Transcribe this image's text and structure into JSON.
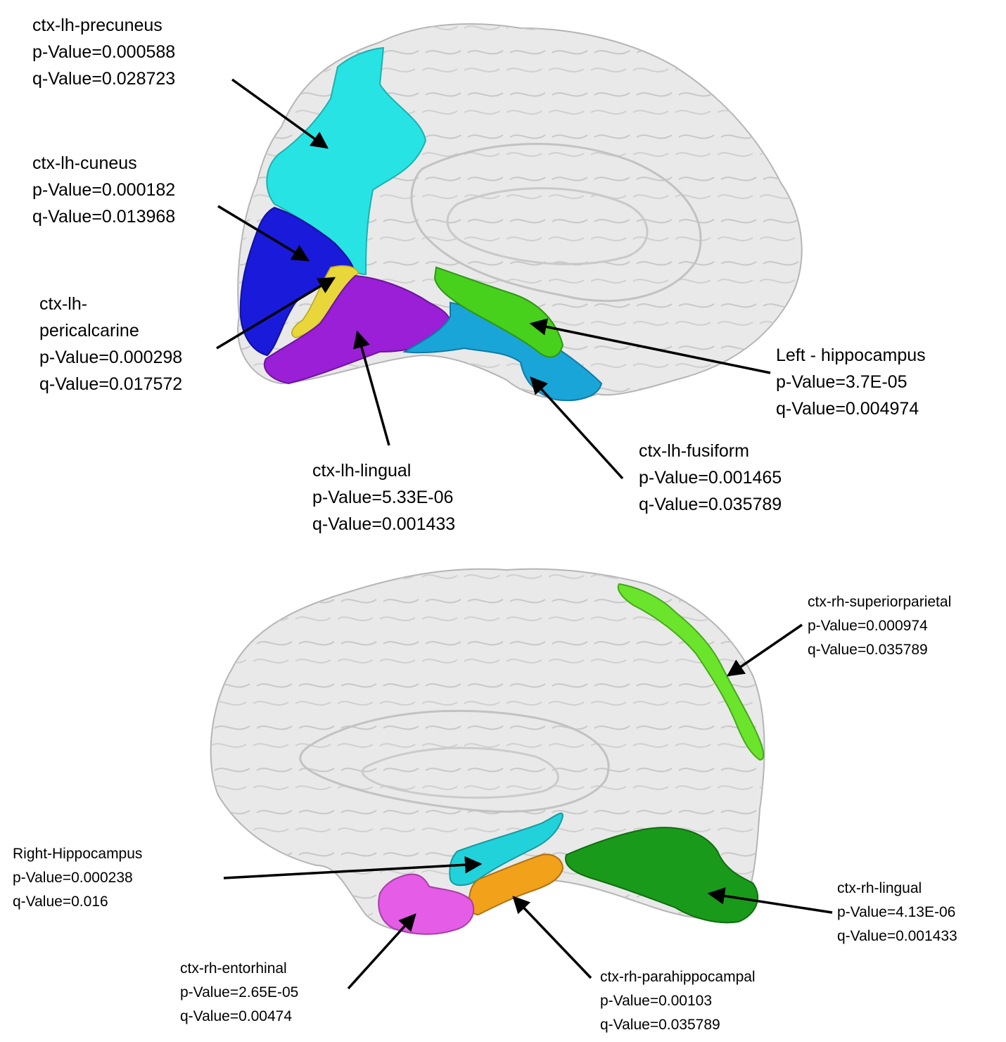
{
  "colors": {
    "cortex": "#e9e9e9",
    "cortex_edge": "#b9b9b9",
    "precuneus": "#28e3e3",
    "cuneus": "#1a1adb",
    "pericalcarine": "#e8d63a",
    "lingual_lh": "#9a1fd6",
    "fusiform": "#1aa5d9",
    "hippocampus_lh": "#47d11d",
    "superiorparietal": "#6ae52c",
    "lingual_rh": "#1a9a1a",
    "hippocampus_rh": "#22d2da",
    "parahippocampal": "#f2a11b",
    "entorhinal": "#e55ce6",
    "arrow": "#000000"
  },
  "labels": {
    "lh_precuneus": {
      "region": "ctx-lh-precuneus",
      "p": "p-Value=0.000588",
      "q": "q-Value=0.028723"
    },
    "lh_cuneus": {
      "region": "ctx-lh-cuneus",
      "p": "p-Value=0.000182",
      "q": "q-Value=0.013968"
    },
    "lh_pericalcarine": {
      "region_1": "ctx-lh-",
      "region_2": "pericalcarine",
      "p": "p-Value=0.000298",
      "q": "q-Value=0.017572"
    },
    "lh_hippocampus": {
      "region": "Left - hippocampus",
      "p": "p-Value=3.7E-05",
      "q": "q-Value=0.004974"
    },
    "lh_fusiform": {
      "region": "ctx-lh-fusiform",
      "p": "p-Value=0.001465",
      "q": "q-Value=0.035789"
    },
    "lh_lingual": {
      "region": "ctx-lh-lingual",
      "p": "p-Value=5.33E-06",
      "q": "q-Value=0.001433"
    },
    "rh_superiorparietal": {
      "region": "ctx-rh-superiorparietal",
      "p": "p-Value=0.000974",
      "q": "q-Value=0.035789"
    },
    "rh_hippocampus": {
      "region": "Right-Hippocampus",
      "p": "p-Value=0.000238",
      "q": "q-Value=0.016"
    },
    "rh_lingual": {
      "region": "ctx-rh-lingual",
      "p": "p-Value=4.13E-06",
      "q": "q-Value=0.001433"
    },
    "rh_entorhinal": {
      "region": "ctx-rh-entorhinal",
      "p": "p-Value=2.65E-05",
      "q": "q-Value=0.00474"
    },
    "rh_parahippocampal": {
      "region": "ctx-rh-parahippocampal",
      "p": "p-Value=0.00103",
      "q": "q-Value=0.035789"
    }
  }
}
